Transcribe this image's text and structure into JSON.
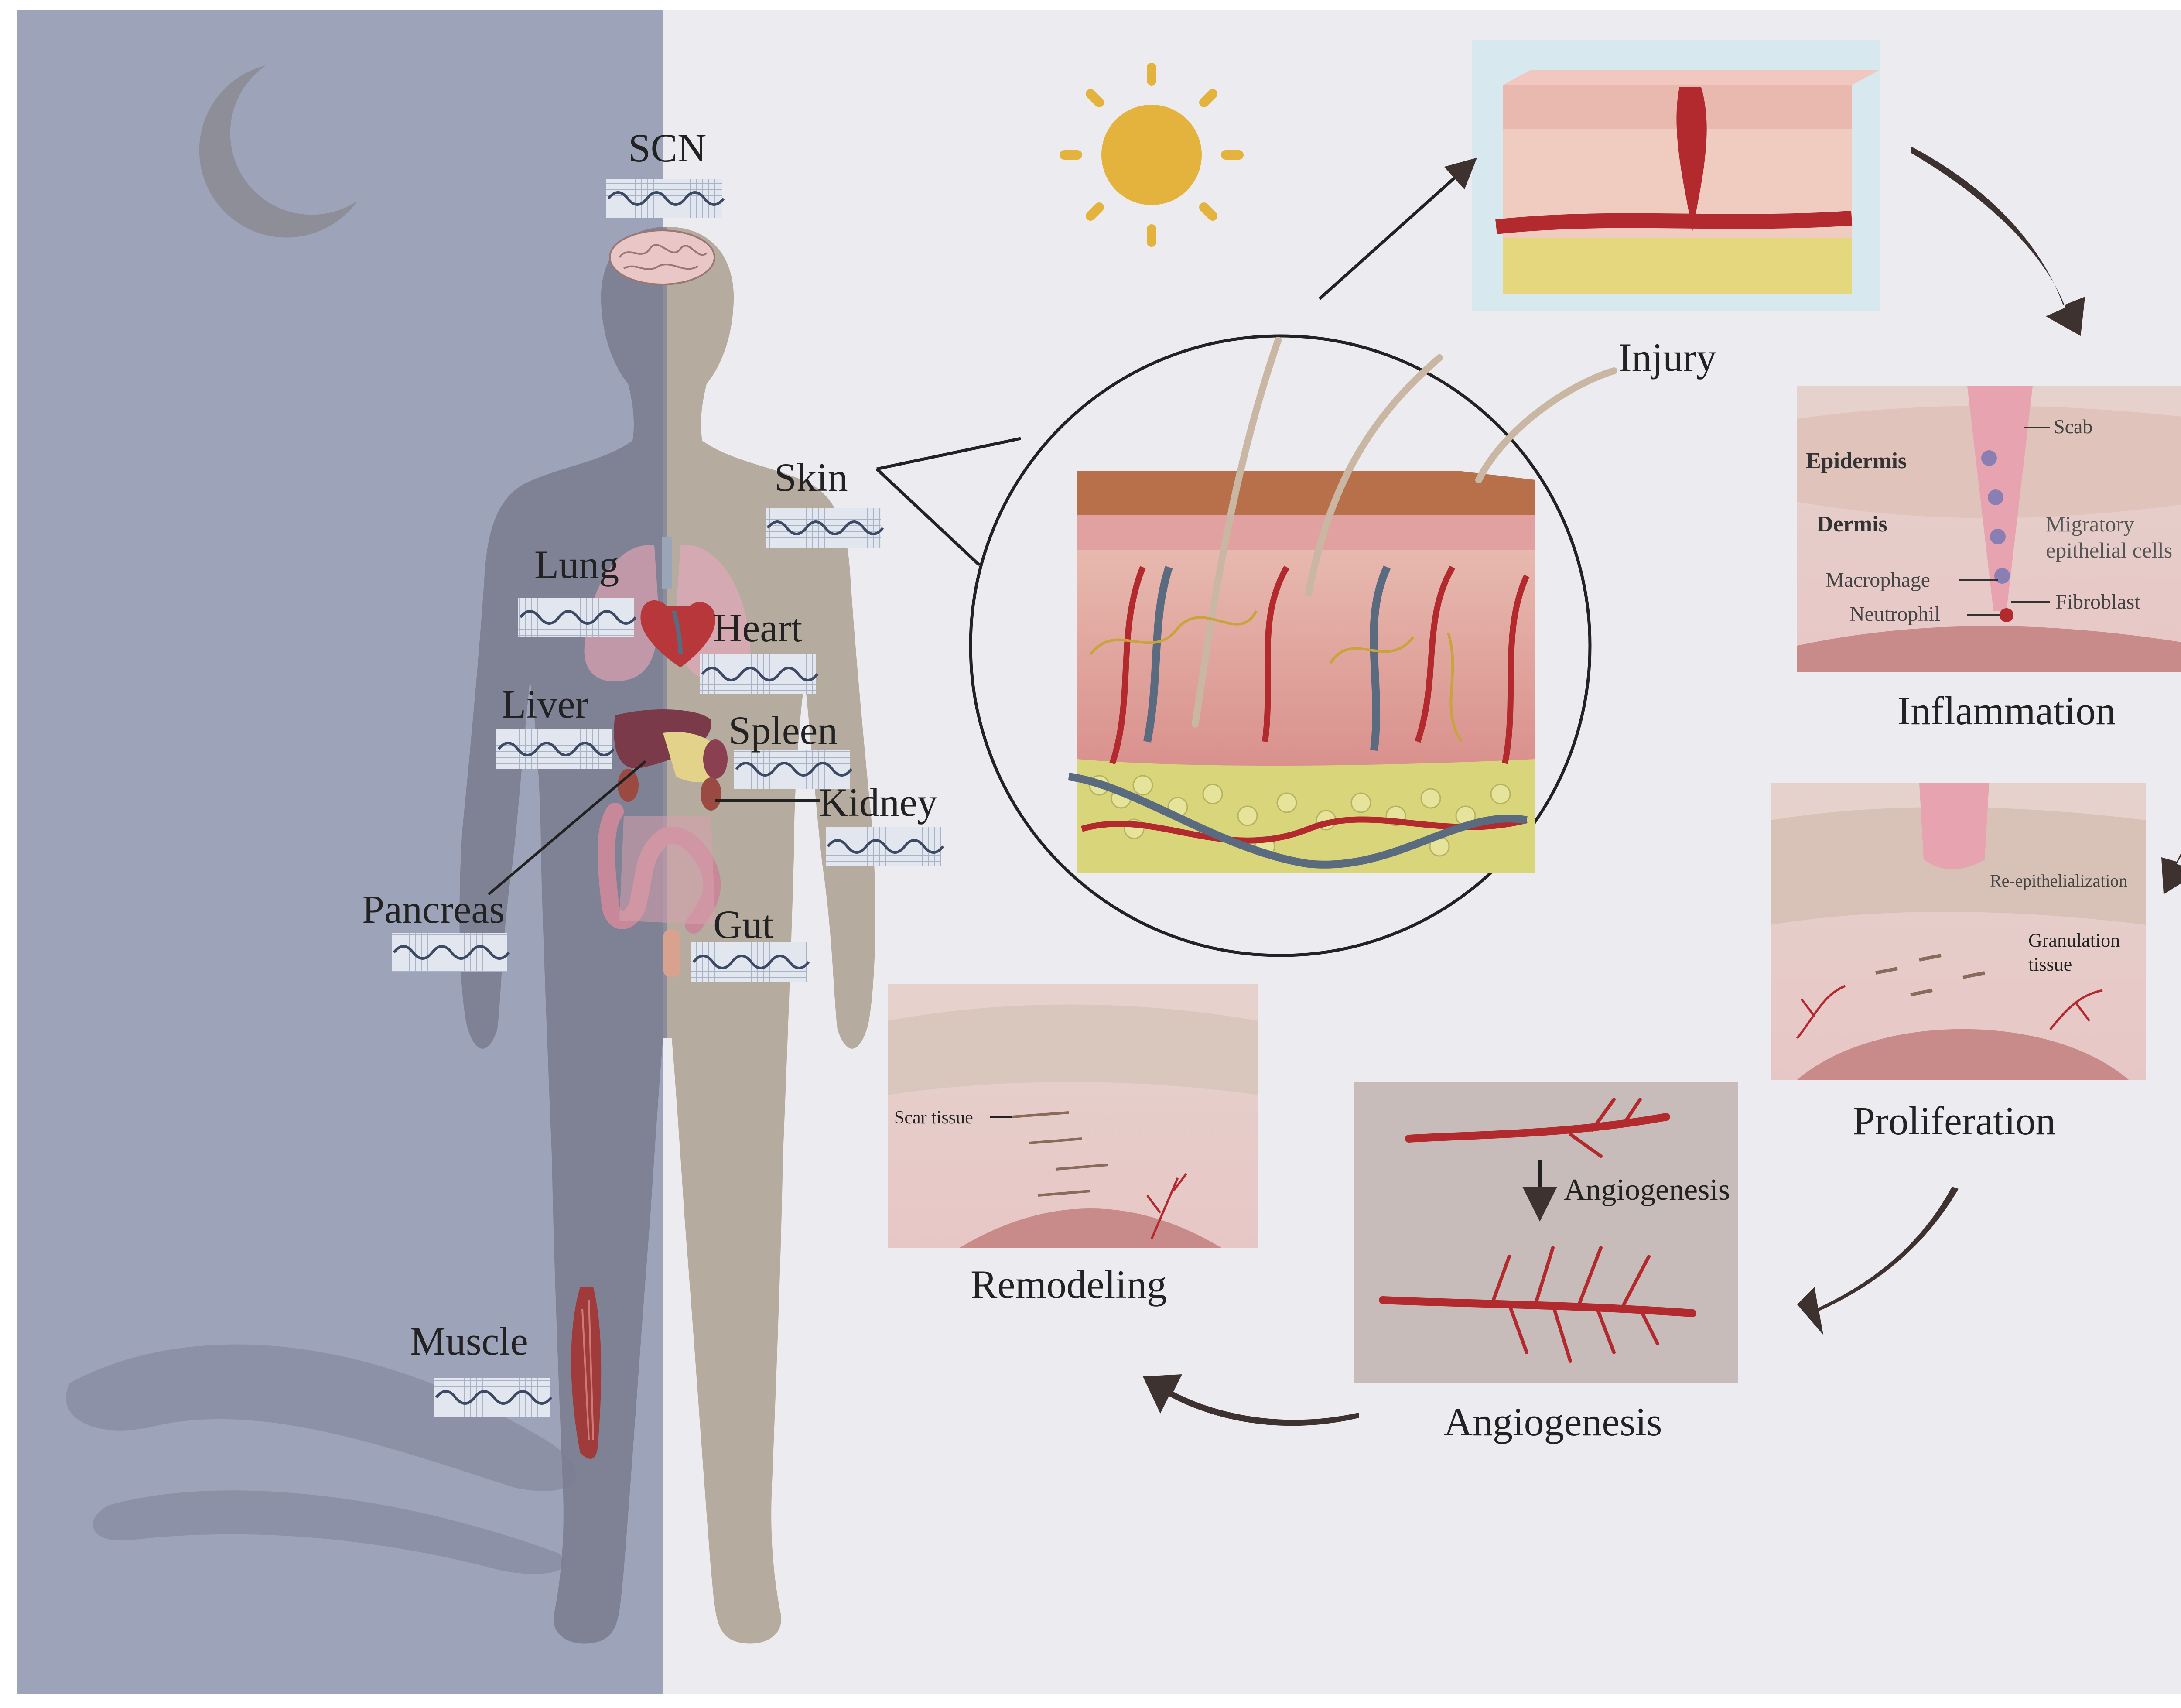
{
  "labels": {
    "scn": "SCN",
    "skin": "Skin",
    "lung": "Lung",
    "heart": "Heart",
    "liver": "Liver",
    "spleen": "Spleen",
    "kidney": "Kidney",
    "pancreas": "Pancreas",
    "gut": "Gut",
    "muscle": "Muscle"
  },
  "stages": {
    "injury": "Injury",
    "inflammation": "Inflammation",
    "proliferation": "Proliferation",
    "angiogenesis": "Angiogenesis",
    "remodeling": "Remodeling"
  },
  "inflammation_panel": {
    "scab": "Scab",
    "epidermis": "Epidermis",
    "dermis": "Dermis",
    "migratory_1": "Migratory",
    "migratory_2": "epithelial cells",
    "macrophage": "Macrophage",
    "fibroblast": "Fibroblast",
    "neutrophil": "Neutrophil"
  },
  "proliferation_panel": {
    "reepithelialization": "Re-epithelialization",
    "granulation_1": "Granulation",
    "granulation_2": "tissue"
  },
  "angiogenesis_panel": {
    "label": "Angiogenesis"
  },
  "remodeling_panel": {
    "scar": "Scar tissue"
  },
  "colors": {
    "night": "#9da3b8",
    "day": "#ecebf0",
    "body": "#b5ab9f",
    "sun": "#e4b33e",
    "arrow": "#3d3230",
    "vessel_red": "#b22a2e",
    "vessel_blue": "#5a6b80"
  }
}
